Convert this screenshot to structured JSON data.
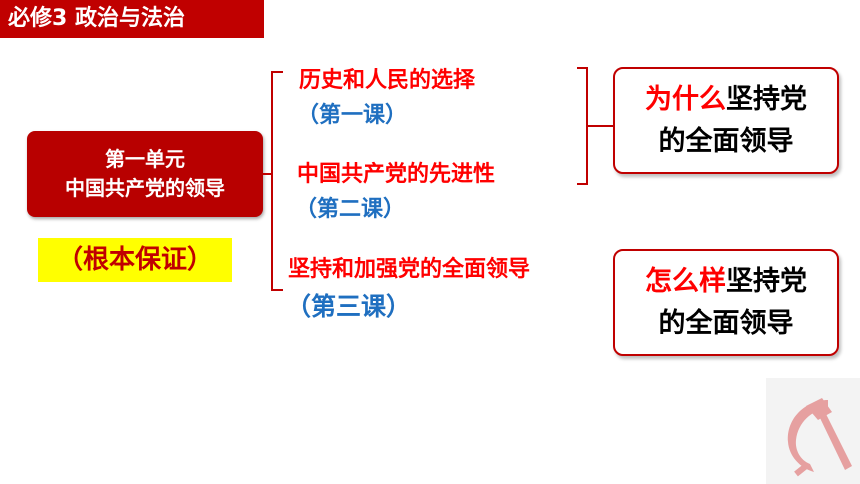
{
  "header": {
    "title": "必修3 政治与法治"
  },
  "unit": {
    "line1": "第一单元",
    "line2": "中国共产党的领导"
  },
  "highlight": "（根本保证）",
  "lessons": [
    {
      "title": "历史和人民的选择",
      "sub": "（第一课）"
    },
    {
      "title": "中国共产党的先进性",
      "sub": "（第二课）"
    },
    {
      "title": "坚持和加强党的全面领导",
      "sub": "（第三课）"
    }
  ],
  "questions": [
    {
      "emphasis": "为什么",
      "rest": "坚持党",
      "line2": "的全面领导"
    },
    {
      "emphasis": "怎么样",
      "rest": "坚持党",
      "line2": "的全面领导"
    }
  ],
  "colors": {
    "primary_red": "#c00000",
    "bright_red": "#ff0000",
    "blue": "#1f6fc0",
    "highlight_yellow": "#ffff00"
  },
  "icons": {
    "emblem": "party-emblem-icon"
  }
}
